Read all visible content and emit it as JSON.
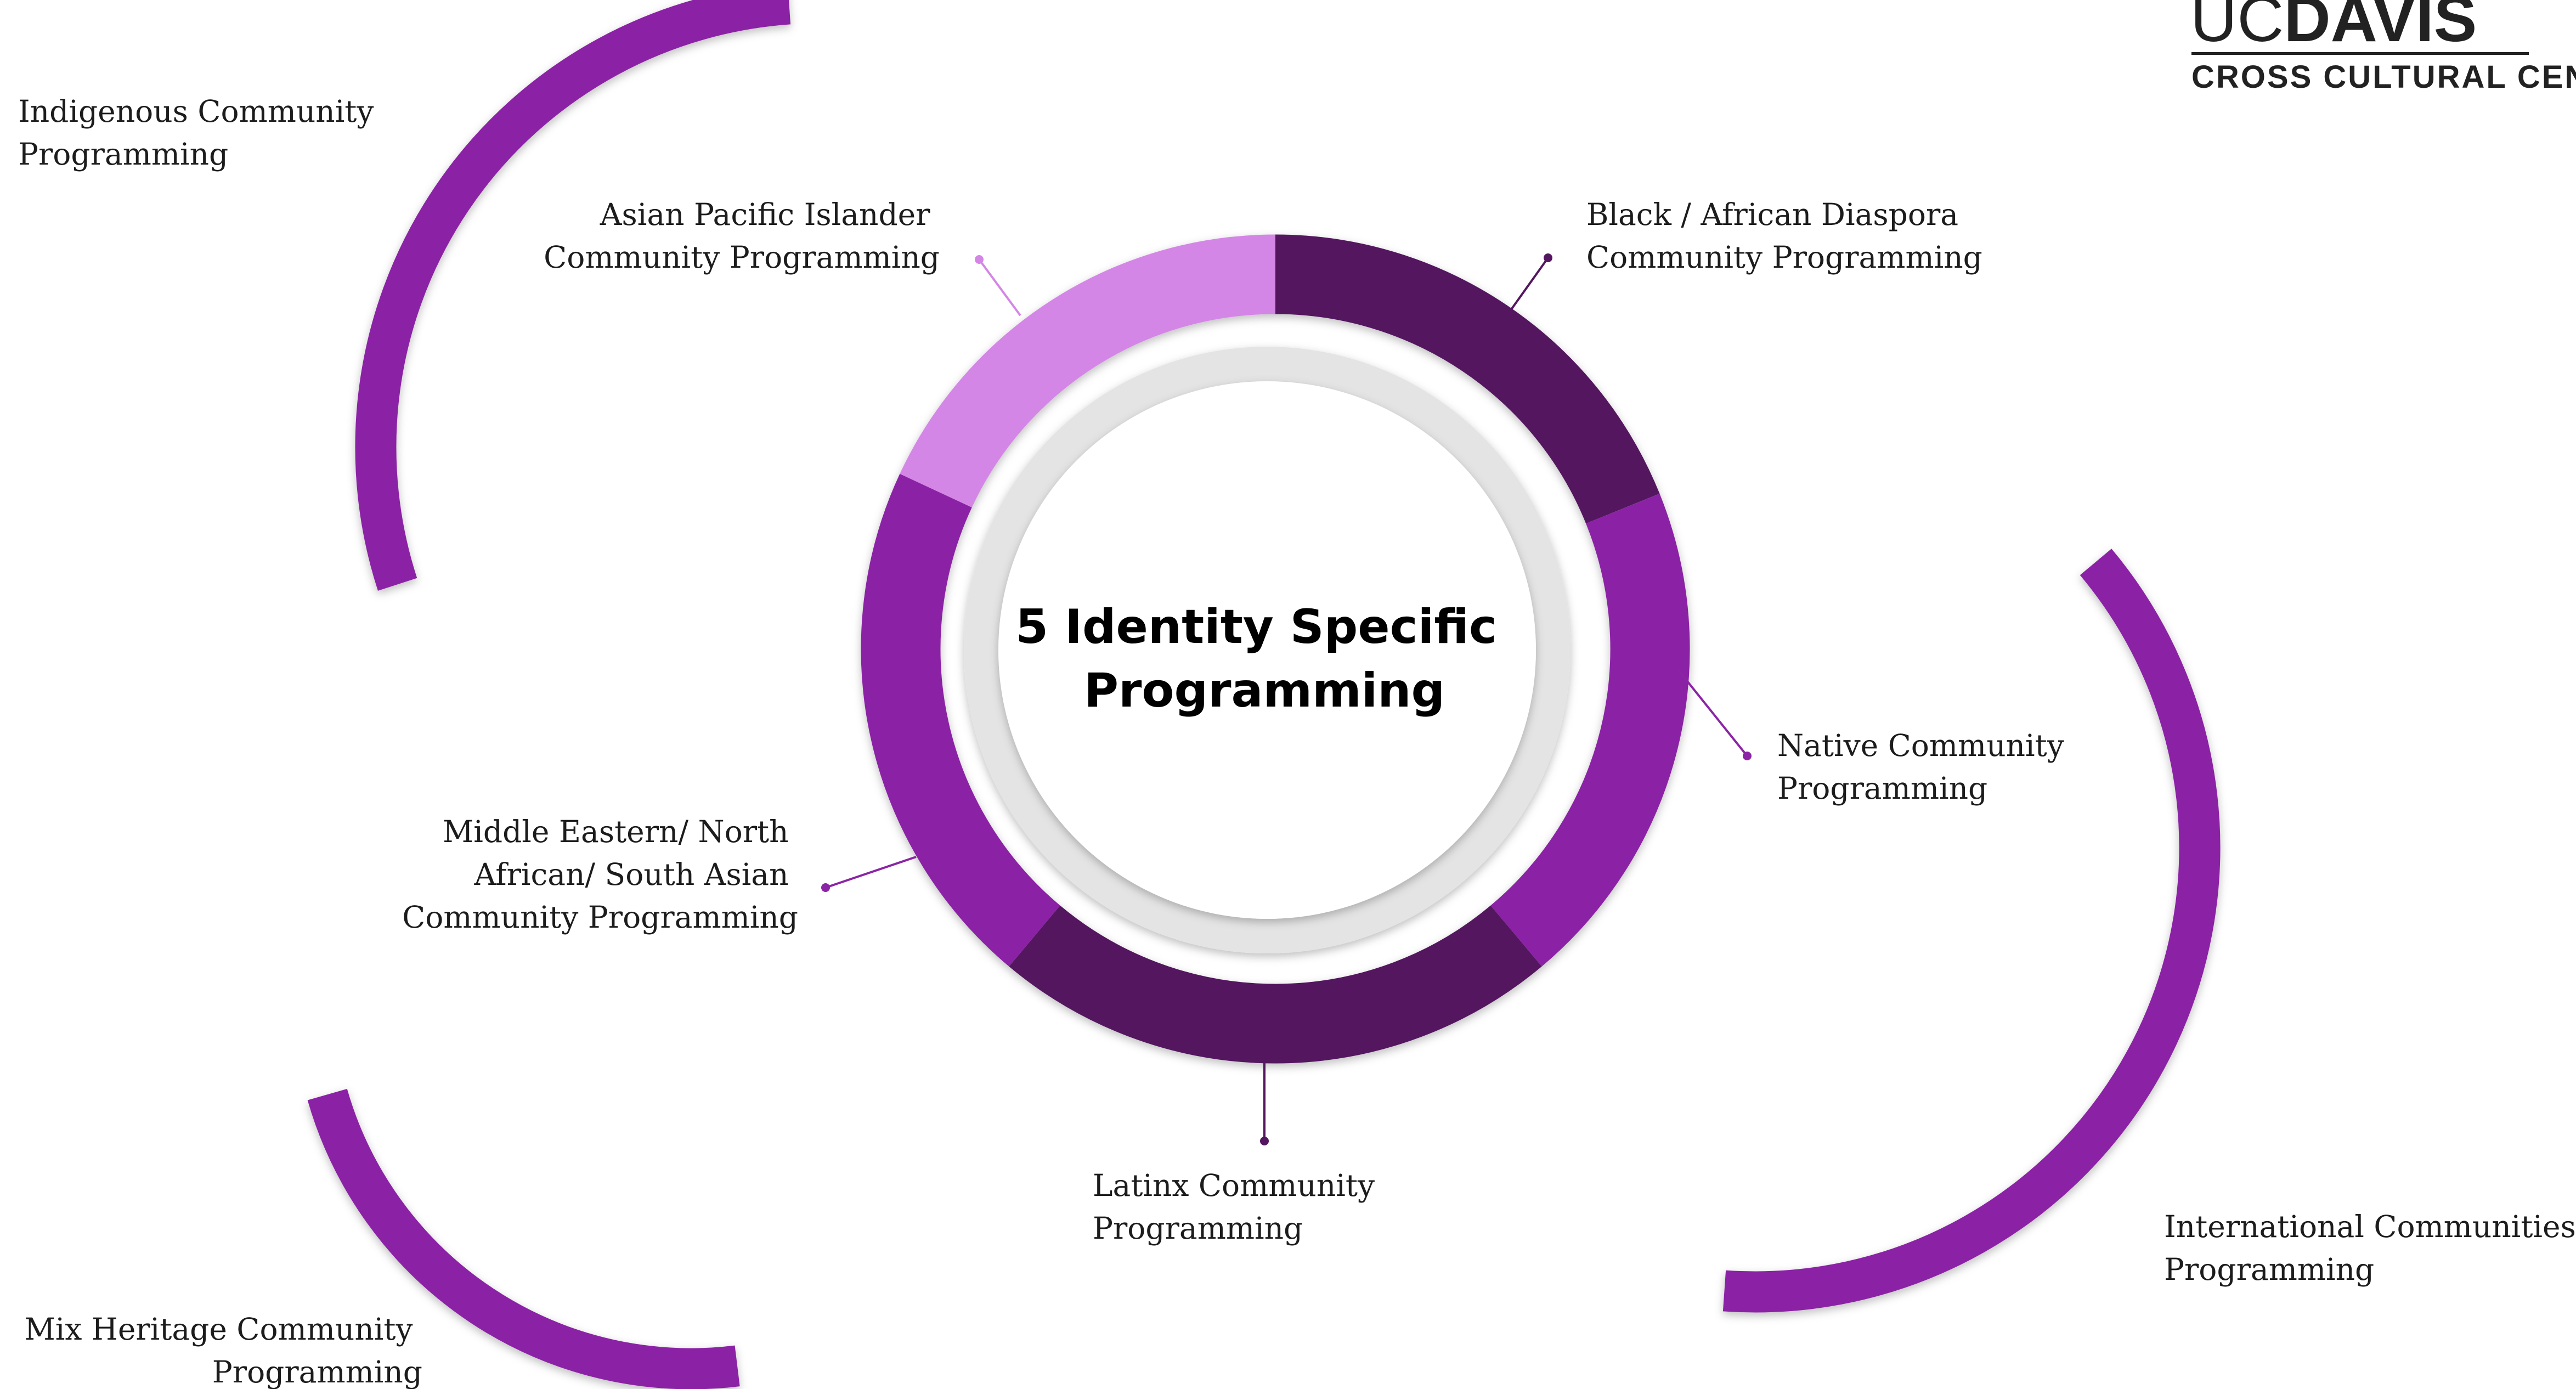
{
  "logo": {
    "uc": "UC",
    "davis": "DAVIS",
    "subtitle": "CROSS CULTURAL CENTER"
  },
  "center": {
    "line1": "5 Identity Specific",
    "line2": "Programming"
  },
  "colors": {
    "dark_purple": "#53165f",
    "mid_purple": "#8b24a5",
    "light_purple": "#d486e6",
    "ring_gray": "#e4e4e4",
    "text": "#1c1c1c"
  },
  "ring_segments": [
    {
      "name": "asian-pacific-islander",
      "color": "#d486e6"
    },
    {
      "name": "black-african-diaspora",
      "color": "#53165f"
    },
    {
      "name": "native",
      "color": "#8b24a5"
    },
    {
      "name": "latinx",
      "color": "#53165f"
    },
    {
      "name": "middle-eastern-north-african-south-asian",
      "color": "#8b24a5"
    }
  ],
  "labels": {
    "asian": [
      "Asian Pacific Islander",
      "Community Programming"
    ],
    "black": [
      "Black / African Diaspora",
      "Community Programming"
    ],
    "native": [
      "Native Community",
      "Programming"
    ],
    "latinx": [
      "Latinx Community",
      "Programming"
    ],
    "mena": [
      "Middle Eastern/ North",
      "African/ South Asian",
      "Community Programming"
    ],
    "indigenous": [
      "Indigenous Community",
      "Programming"
    ],
    "international": [
      "International Communities",
      "Programming"
    ],
    "mix": [
      "Mix Heritage Community",
      "Programming"
    ]
  }
}
